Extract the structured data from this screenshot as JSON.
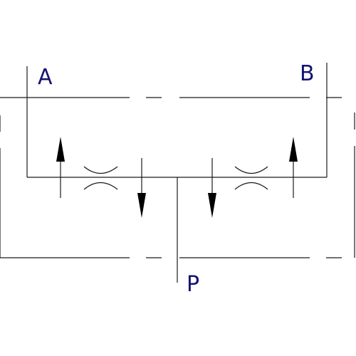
{
  "colors": {
    "line": "#1a1a1a",
    "label": "#141470",
    "arrow": "#000000",
    "background": "#ffffff"
  },
  "labels": {
    "port_a": "A",
    "port_b": "B",
    "port_p": "P"
  },
  "symbols": {
    "left_throttle": "throttle-icon",
    "right_throttle": "throttle-icon",
    "flow_arrows": [
      "arrow-up-icon",
      "arrow-down-icon",
      "arrow-down-icon",
      "arrow-up-icon"
    ]
  }
}
